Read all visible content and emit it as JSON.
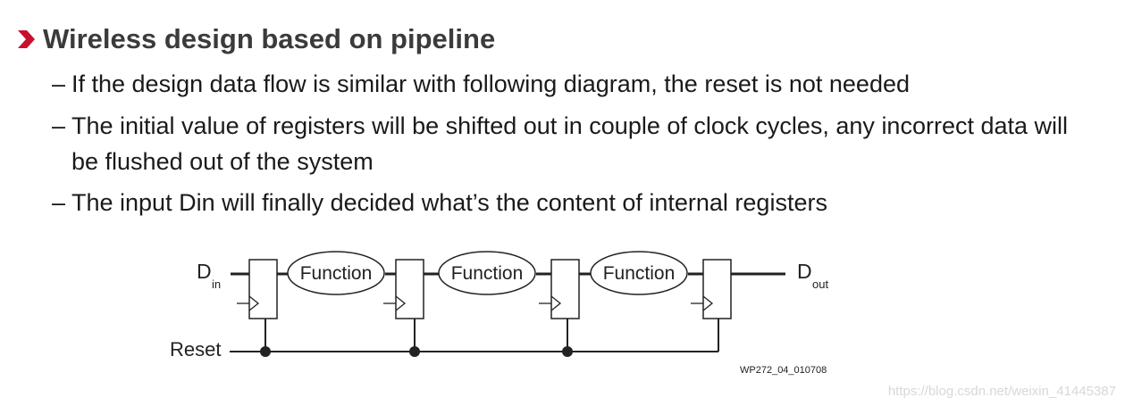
{
  "heading": {
    "title": "Wireless design based on pipeline",
    "accent_color": "#c8102e",
    "icon": "chevron-right-icon"
  },
  "bullets": [
    {
      "dash": "–",
      "text": "If the design data flow is similar with following diagram, the reset is not needed"
    },
    {
      "dash": "–",
      "text": "The initial value of registers will be shifted out in couple of clock cycles, any incorrect data will be flushed out of the system"
    },
    {
      "dash": "–",
      "text": "The input Din will finally decided what’s the content of internal registers"
    }
  ],
  "diagram": {
    "input_label": "D",
    "input_sub": "in",
    "output_label": "D",
    "output_sub": "out",
    "reset_label": "Reset",
    "function_labels": [
      "Function",
      "Function",
      "Function"
    ],
    "register_count": 4,
    "figure_id": "WP272_04_010708"
  },
  "watermark": "https://blog.csdn.net/weixin_41445387"
}
